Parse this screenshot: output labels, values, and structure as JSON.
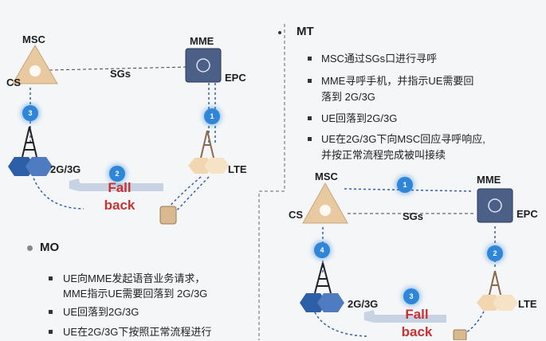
{
  "left_diagram": {
    "msc_label": "MSC",
    "cs_label": "CS",
    "mme_label": "MME",
    "epc_label": "EPC",
    "sgs_label": "SGs",
    "net_2g3g_label": "2G/3G",
    "lte_label": "LTE",
    "fallback_line1": "Fall",
    "fallback_line2": "back",
    "step_badges": [
      "1",
      "2",
      "3"
    ]
  },
  "right_diagram": {
    "msc_label": "MSC",
    "cs_label": "CS",
    "mme_label": "MME",
    "epc_label": "EPC",
    "sgs_label": "SGs",
    "net_2g3g_label": "2G/3G",
    "lte_label": "LTE",
    "fallback_line1": "Fall",
    "fallback_line2": "back",
    "step_badges": [
      "1",
      "2",
      "3",
      "4"
    ]
  },
  "mt_section": {
    "title": "MT",
    "bullets": [
      [
        "MSC通过SGs口进行寻呼"
      ],
      [
        "MME寻呼手机，并指示UE需要回",
        "落到 2G/3G"
      ],
      [
        "UE回落到2G/3G"
      ],
      [
        "UE在2G/3G下向MSC回应寻呼响应,",
        "并按正常流程完成被叫接续"
      ]
    ]
  },
  "mo_section": {
    "title": "MO",
    "bullets": [
      [
        "UE向MME发起语音业务请求，",
        "MME指示UE需要回落到 2G/3G"
      ],
      [
        "UE回落到2G/3G"
      ],
      [
        "UE在2G/3G下按照正常流程进行"
      ]
    ]
  },
  "colors": {
    "badge": "#2f86d9",
    "fallback_text": "#c83232",
    "dashed_blue": "#2f5fb0",
    "msc_triangle": "#e9c9a0",
    "mme_box": "#4c5f86"
  }
}
